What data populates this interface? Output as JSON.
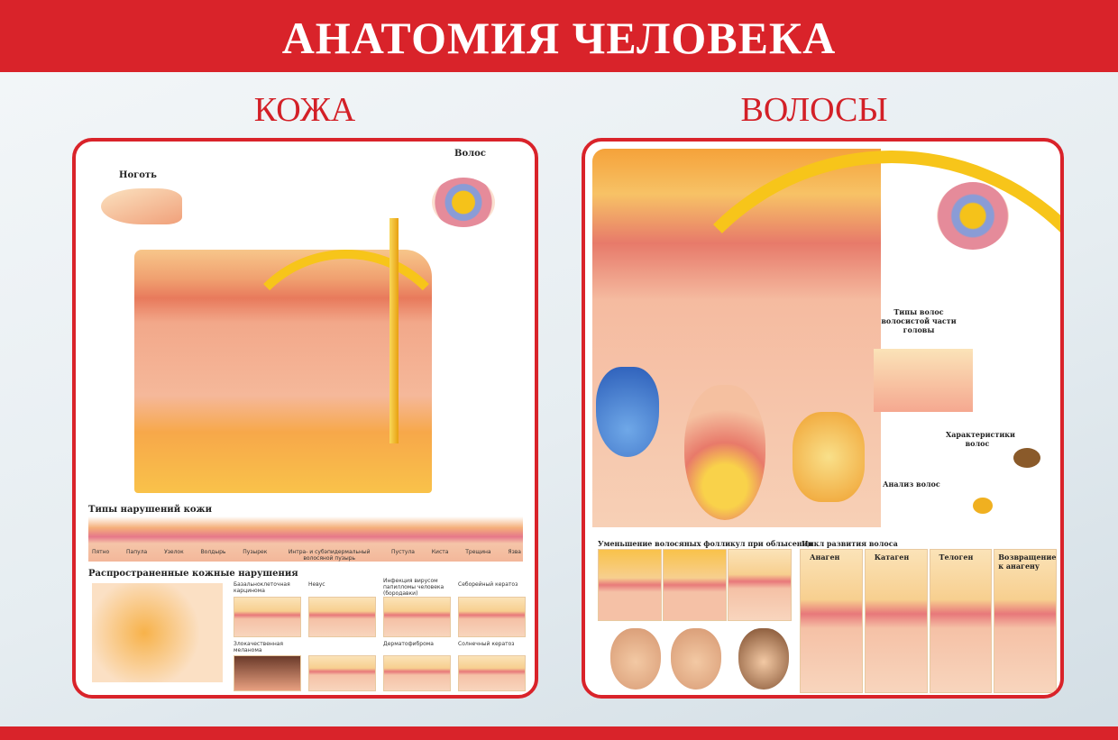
{
  "title": "АНАТОМИЯ ЧЕЛОВЕКА",
  "skin": {
    "heading": "КОЖА",
    "nail": "Ноготь",
    "hair": "Волос",
    "lesion_types_title": "Типы нарушений кожи",
    "lesion_types": [
      "Пятно",
      "Папула",
      "Узелок",
      "Волдырь",
      "Пузырек",
      "Интра- и субэпидермальный волосяной пузырь",
      "Пустула",
      "Киста",
      "Трещина",
      "Язва"
    ],
    "common_title": "Распространенные кожные нарушения",
    "common": [
      "Базальноклеточная карцинома",
      "Невус",
      "Инфекция вирусом папилломы человека (бородавки)",
      "Себорейный кератоз",
      "Злокачественная меланома",
      "Дерматофиброма",
      "Солнечный кератоз"
    ]
  },
  "hair": {
    "heading": "ВОЛОСЫ",
    "types_title": "Типы волос волосистой части головы",
    "characteristics_title": "Характеристики волос",
    "analysis_title": "Анализ волос",
    "baldness_title": "Уменьшение волосяных фолликул при облысении",
    "cycle_title": "Цикл развития волоса",
    "phases": [
      "Анаген",
      "Катаген",
      "Телоген",
      "Возвращение к анагену"
    ]
  }
}
